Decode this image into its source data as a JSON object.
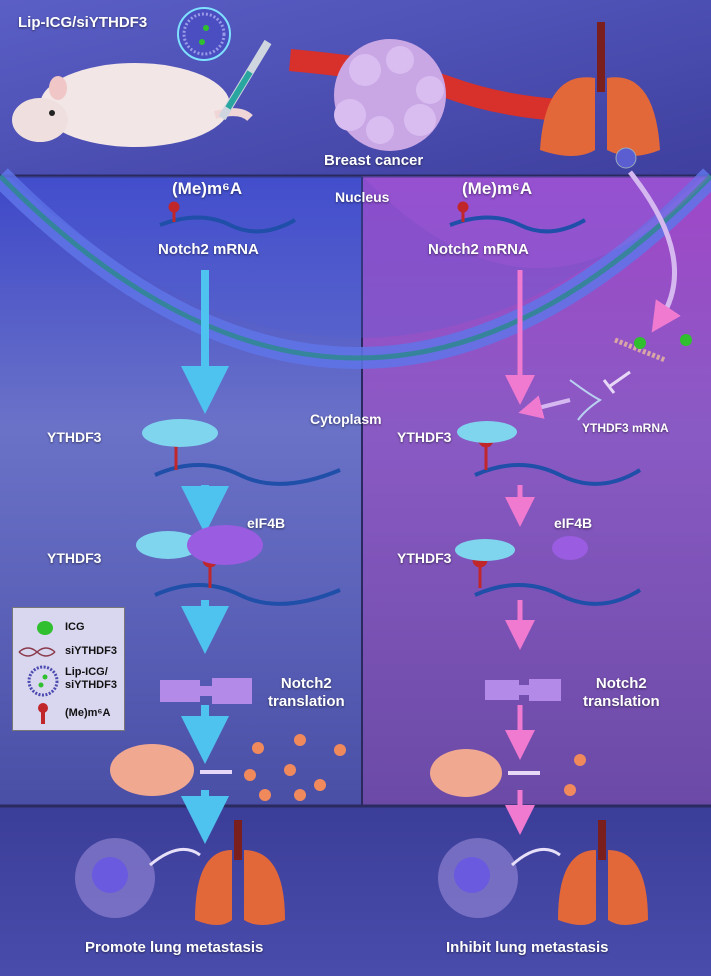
{
  "top": {
    "nanoparticle_label": "Lip-ICG/siYTHDF3",
    "tumor_label": "Breast cancer"
  },
  "cell": {
    "nucleus_label": "Nucleus",
    "cytoplasm_label": "Cytoplasm"
  },
  "left_panel": {
    "modification": "(Me)m⁶A",
    "mrna": "Notch2 mRNA",
    "reader1": "YTHDF3",
    "factor": "eIF4B",
    "reader2": "YTHDF3",
    "translation_line1": "Notch2",
    "translation_line2": "translation",
    "outcome": "Promote lung metastasis"
  },
  "right_panel": {
    "modification": "(Me)m⁶A",
    "mrna": "Notch2 mRNA",
    "target_mrna": "YTHDF3 mRNA",
    "reader1": "YTHDF3",
    "factor": "eIF4B",
    "reader2": "YTHDF3",
    "translation_line1": "Notch2",
    "translation_line2": "translation",
    "outcome": "Inhibit lung metastasis"
  },
  "legend": {
    "items": [
      {
        "label": "ICG",
        "icon": "green-sphere-icon"
      },
      {
        "label": "siYTHDF3",
        "icon": "dna-helix-icon"
      },
      {
        "label": "Lip-ICG/\nsiYTHDF3",
        "label_line1": "Lip-ICG/",
        "label_line2": "siYTHDF3",
        "icon": "liposome-icon"
      },
      {
        "label": "(Me)m⁶A",
        "icon": "red-pin-icon"
      }
    ]
  },
  "colors": {
    "left_arrow": "#4fc3f0",
    "right_arrow": "#f07ad0",
    "mrna": "#1f4fa8",
    "methyl_mark": "#c0262a",
    "icg": "#2fbf2f",
    "eif4b": "#9a5ce0",
    "ythdf3": "#7fd4ee",
    "lung": "#e2683a"
  }
}
